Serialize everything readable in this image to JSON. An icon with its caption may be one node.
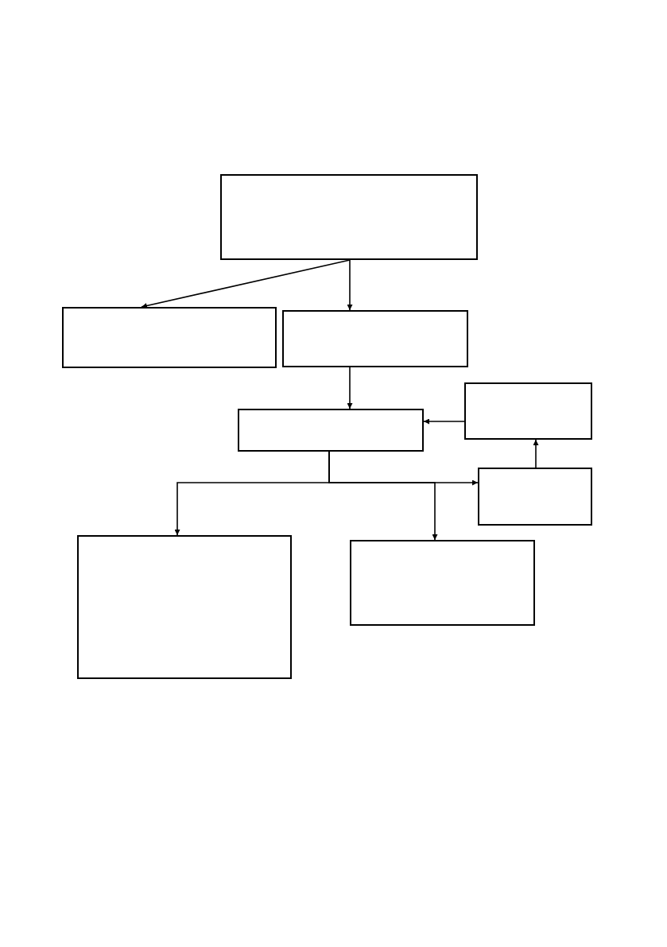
{
  "diagram": {
    "nodes": [
      {
        "text": [],
        "shape": "box"
      },
      {
        "text": [],
        "shape": "box"
      },
      {
        "text": [],
        "shape": "box"
      },
      {
        "text": [],
        "shape": "box"
      },
      {
        "text": [],
        "shape": "box"
      },
      {
        "text": [],
        "shape": "box"
      },
      {
        "text": [],
        "shape": "box"
      },
      {
        "text": [],
        "shape": "box"
      }
    ],
    "edges": [
      {
        "from": 0,
        "to": 1,
        "arrow": "to"
      },
      {
        "from": 0,
        "to": 2,
        "arrow": "to"
      },
      {
        "from": 2,
        "to": 4,
        "arrow": "to"
      },
      {
        "from": 3,
        "to": 4,
        "arrow": "to"
      },
      {
        "from": 5,
        "to": 3,
        "arrow": "to"
      },
      {
        "from": 4,
        "to": 6,
        "arrow": "to"
      },
      {
        "from": 4,
        "to": 7,
        "arrow": "to"
      },
      {
        "from": 4,
        "to": 5,
        "arrow": "to"
      }
    ]
  }
}
